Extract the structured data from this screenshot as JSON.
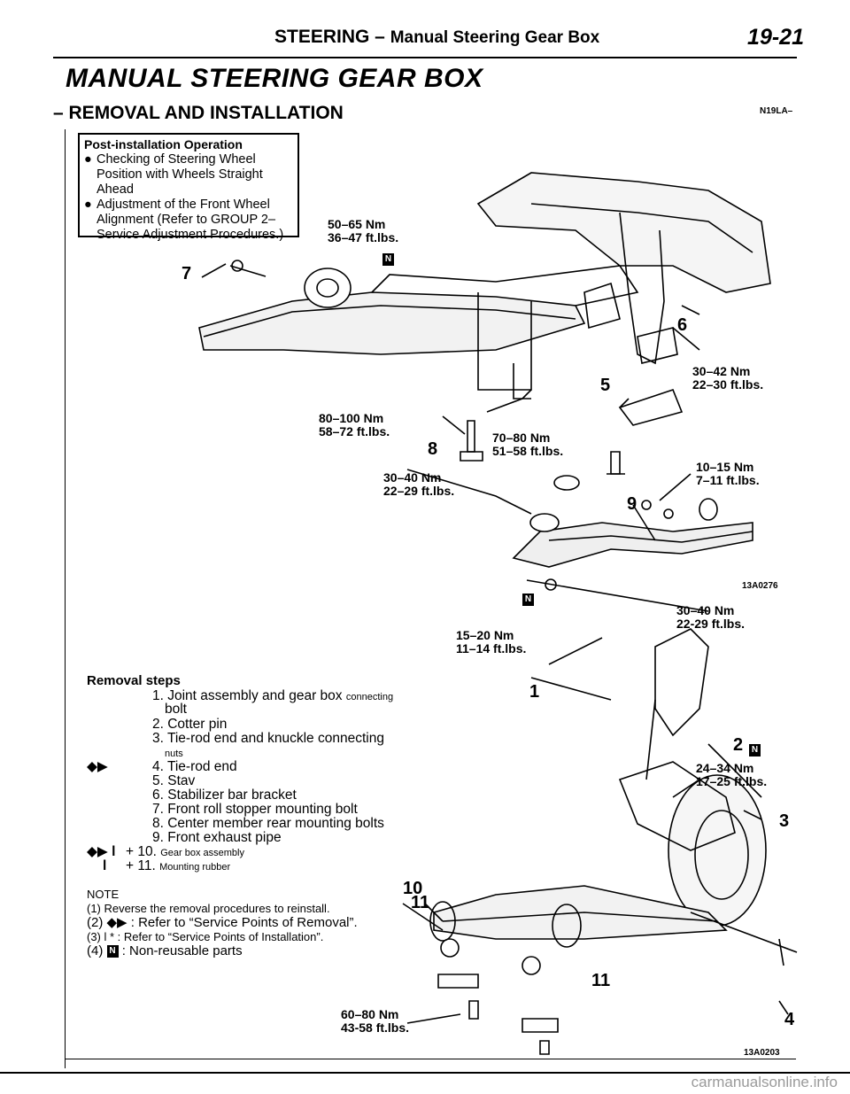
{
  "header": {
    "section": "STEERING –",
    "subsection": "Manual Steering Gear Box",
    "page_number": "19-21"
  },
  "title": "MANUAL STEERING GEAR BOX",
  "subtitle": "REMOVAL AND INSTALLATION",
  "section_code": "N19LA–",
  "post_installation": {
    "heading": "Post-installation Operation",
    "items": [
      "Checking of Steering Wheel Position with Wheels Straight Ahead",
      "Adjustment of the Front Wheel Alignment (Refer to GROUP 2–Service Adjustment Procedures.)"
    ]
  },
  "torques": {
    "t1": [
      "50–65 Nm",
      "36–47 ft.lbs."
    ],
    "t2": [
      "30–42 Nm",
      "22–30 ft.lbs."
    ],
    "t3": [
      "80–100 Nm",
      "58–72 ft.lbs."
    ],
    "t4": [
      "70–80 Nm",
      "51–58 ft.lbs."
    ],
    "t5": [
      "10–15 Nm",
      "7–11 ft.lbs."
    ],
    "t6": [
      "30–40 Nm",
      "22–29 ft.lbs."
    ],
    "t7": [
      "30–40 Nm",
      "22-29 ft.lbs."
    ],
    "t8": [
      "15–20 Nm",
      "11–14 ft.lbs."
    ],
    "t9": [
      "24–34 Nm",
      "17–25 ft.lbs."
    ],
    "t10": [
      "60–80 Nm",
      "43-58 ft.lbs."
    ]
  },
  "callouts": {
    "c7": "7",
    "c6": "6",
    "c5": "5",
    "c8": "8",
    "c9": "9",
    "c1": "1",
    "c2": "2",
    "c3": "3",
    "c10": "10",
    "c11a": "11",
    "c11b": "11",
    "c4": "4",
    "n": "N"
  },
  "image_codes": {
    "top": "13A0276",
    "bottom": "13A0203"
  },
  "removal": {
    "heading": "Removal steps",
    "steps": [
      {
        "mark": "",
        "text": "1. Joint assembly and gear box",
        "small": "connecting"
      },
      {
        "mark": "",
        "text": "bolt",
        "small": ""
      },
      {
        "mark": "",
        "text": "2. Cotter pin",
        "small": ""
      },
      {
        "mark": "",
        "text": "3. Tie-rod end and knuckle connecting",
        "small": ""
      },
      {
        "mark": "",
        "text": "",
        "small": "nuts"
      },
      {
        "mark": "◆▶",
        "text": "4. Tie-rod end",
        "small": ""
      },
      {
        "mark": "",
        "text": "5. Stav",
        "small": ""
      },
      {
        "mark": "",
        "text": "6. Stabilizer bar bracket",
        "small": ""
      },
      {
        "mark": "",
        "text": "7. Front roll stopper mounting bolt",
        "small": ""
      },
      {
        "mark": "",
        "text": "8. Center member rear mounting bolts",
        "small": ""
      },
      {
        "mark": "",
        "text": "9. Front exhaust pipe",
        "small": ""
      },
      {
        "mark": "◆▶ l",
        "text": "+ 10.",
        "small": "Gear box assembly"
      },
      {
        "mark": "l",
        "text": "+ 11.",
        "small": "Mounting rubber"
      }
    ]
  },
  "notes": {
    "heading": "NOTE",
    "n1": "(1) Reverse the removal procedures to reinstall.",
    "n2": "(2) ◆▶ : Refer to “Service Points of Removal”.",
    "n3": "(3) l * : Refer to “Service Points of Installation”.",
    "n4_pre": "(4)",
    "n4_post": ": Non-reusable parts"
  },
  "watermark": "carmanualsonline.info"
}
